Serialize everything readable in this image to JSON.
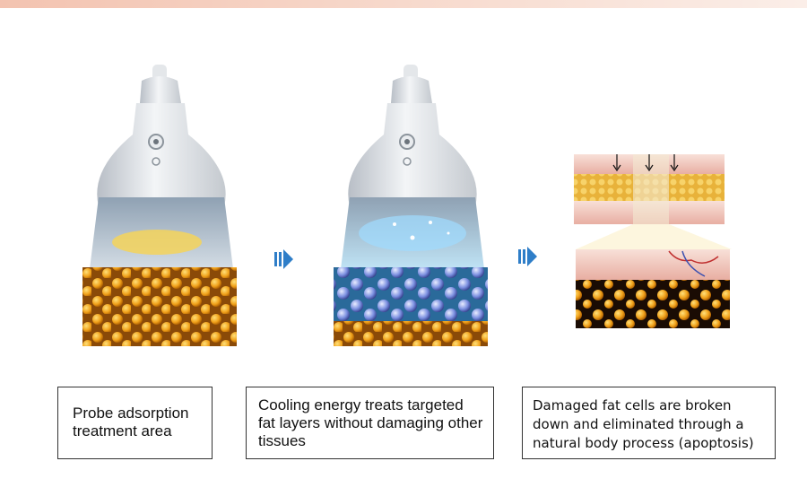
{
  "steps": [
    {
      "caption": "Probe adsorption treatment area"
    },
    {
      "caption": "Cooling energy treats targeted fat layers without damaging other tissues"
    },
    {
      "caption": "Damaged fat cells are broken down and eliminated through a natural body process (apoptosis)"
    }
  ],
  "icons": {
    "arrow": "chevron-right-arrow-icon",
    "pressure": "down-arrow-icon"
  },
  "colors": {
    "arrow_blue": "#2f7ec8",
    "fat_orange": "#e8a21c",
    "cell_blue": "#5a6fc6",
    "skin_pink": "#f2c9c0",
    "probe_gray": "#d9dde2",
    "top_band": "#f3c3b0"
  }
}
